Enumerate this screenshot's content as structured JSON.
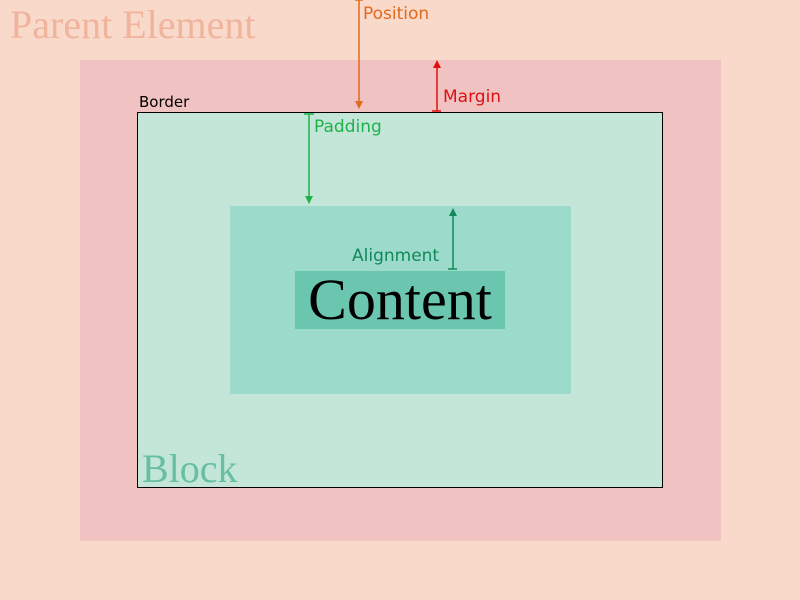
{
  "labels": {
    "parent_element": "Parent Element",
    "block": "Block",
    "content": "Content",
    "position": "Position",
    "margin": "Margin",
    "border": "Border",
    "padding": "Padding",
    "alignment": "Alignment"
  },
  "colors": {
    "parent_bg": "#f8d9ca",
    "parent_text": "#f0b49c",
    "margin_bg": "#f0c3c2",
    "block_bg": "#c3e6d9",
    "block_text": "#66bfa0",
    "content_area_bg": "#9cdacb",
    "content_bg": "#6bc6b0",
    "position_color": "#e06a1e",
    "margin_color": "#e01010",
    "padding_color": "#1fb24a",
    "alignment_color": "#108a5a",
    "border_color": "#000000"
  }
}
